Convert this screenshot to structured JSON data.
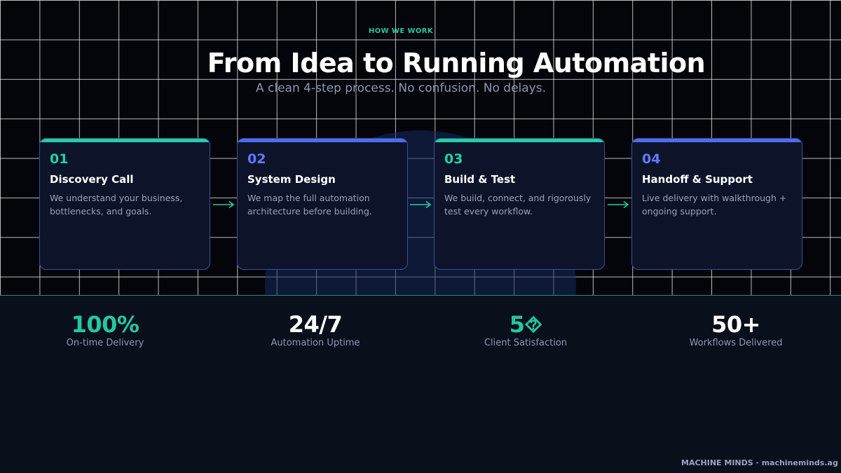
{
  "header": {
    "eyebrow": "HOW WE WORK",
    "title": "From Idea to Running Automation",
    "subtitle": "A clean 4-step process. No confusion. No delays."
  },
  "steps": [
    {
      "number": "01",
      "title": "Discovery Call",
      "description": "We understand your business, bottlenecks, and goals.",
      "accent": "#1fd1a5"
    },
    {
      "number": "02",
      "title": "System Design",
      "description": "We map the full automation architecture before building.",
      "accent": "#4f6cf0"
    },
    {
      "number": "03",
      "title": "Build & Test",
      "description": "We build, connect, and rigorously test every workflow.",
      "accent": "#1fd1a5"
    },
    {
      "number": "04",
      "title": "Handoff & Support",
      "description": "Live delivery with walkthrough + ongoing support.",
      "accent": "#4f6cf0"
    }
  ],
  "stats": [
    {
      "value": "100%",
      "label": "On-time Delivery"
    },
    {
      "value": "24/7",
      "label": "Automation Uptime"
    },
    {
      "value": "5⯑",
      "label": "Client Satisfaction"
    },
    {
      "value": "50+",
      "label": "Workflows Delivered"
    }
  ],
  "footer": {
    "brand": "MACHINE MINDS",
    "separator": "·",
    "site": "machineminds.ag"
  },
  "colors": {
    "background": "#0a0f1c",
    "teal_accent": "#1fd1a5",
    "blue_accent": "#4f6cf0"
  }
}
